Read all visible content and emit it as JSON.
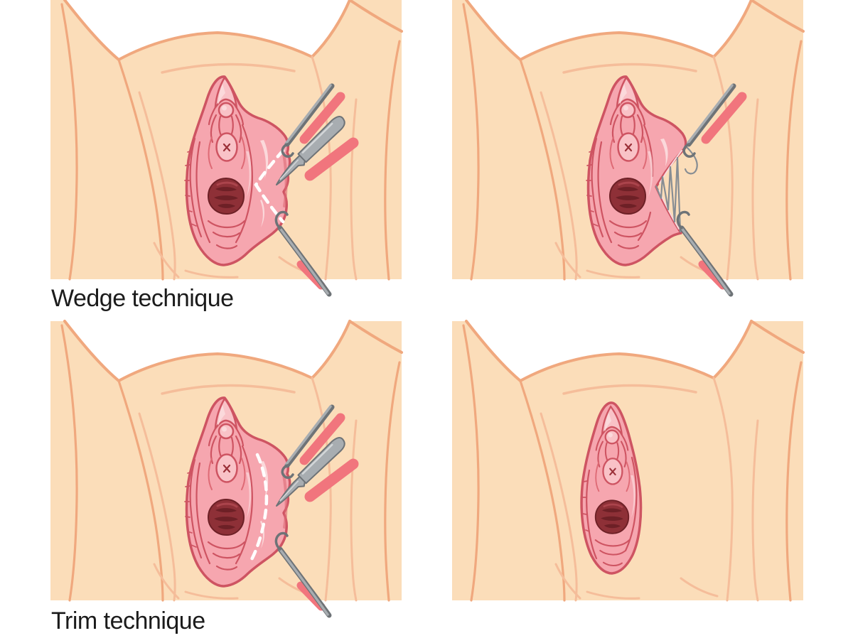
{
  "figure": {
    "captions": {
      "wedge": "Wedge technique",
      "trim": "Trim technique"
    },
    "panels": [
      {
        "name": "wedge-incision-marking",
        "marking": "dashed-wedge-lines",
        "tools": [
          "tissue-forceps",
          "scalpel",
          "hook-needle"
        ]
      },
      {
        "name": "wedge-suturing",
        "marking": "zigzag-suture",
        "tools": [
          "needle-holder",
          "hook-needle"
        ]
      },
      {
        "name": "trim-incision-marking",
        "marking": "dashed-trim-line",
        "tools": [
          "tissue-forceps",
          "scalpel",
          "hook-needle"
        ]
      },
      {
        "name": "post-surgery-result",
        "marking": "none",
        "tools": []
      }
    ]
  },
  "colors": {
    "paper": "#ffffff",
    "label": "#1b1b1b",
    "skin": "#fbddb9",
    "skin-outline": "#f0a87e",
    "skin-crease": "#f5bd9a",
    "pink": "#f6a6af",
    "pink-light": "#f9c2c7",
    "pink-lighter": "#fbd9db",
    "pink-outline": "#ce5462",
    "fold": "#de6a75",
    "red": "#8e3037",
    "red-dark": "#6d2026",
    "red-light": "#ab444c",
    "red-mid": "#9b3038",
    "suture": "#878d93",
    "handle-red": "#f1757d",
    "tool-gray": "#a8adb1",
    "tool-dark": "#6e7377"
  }
}
